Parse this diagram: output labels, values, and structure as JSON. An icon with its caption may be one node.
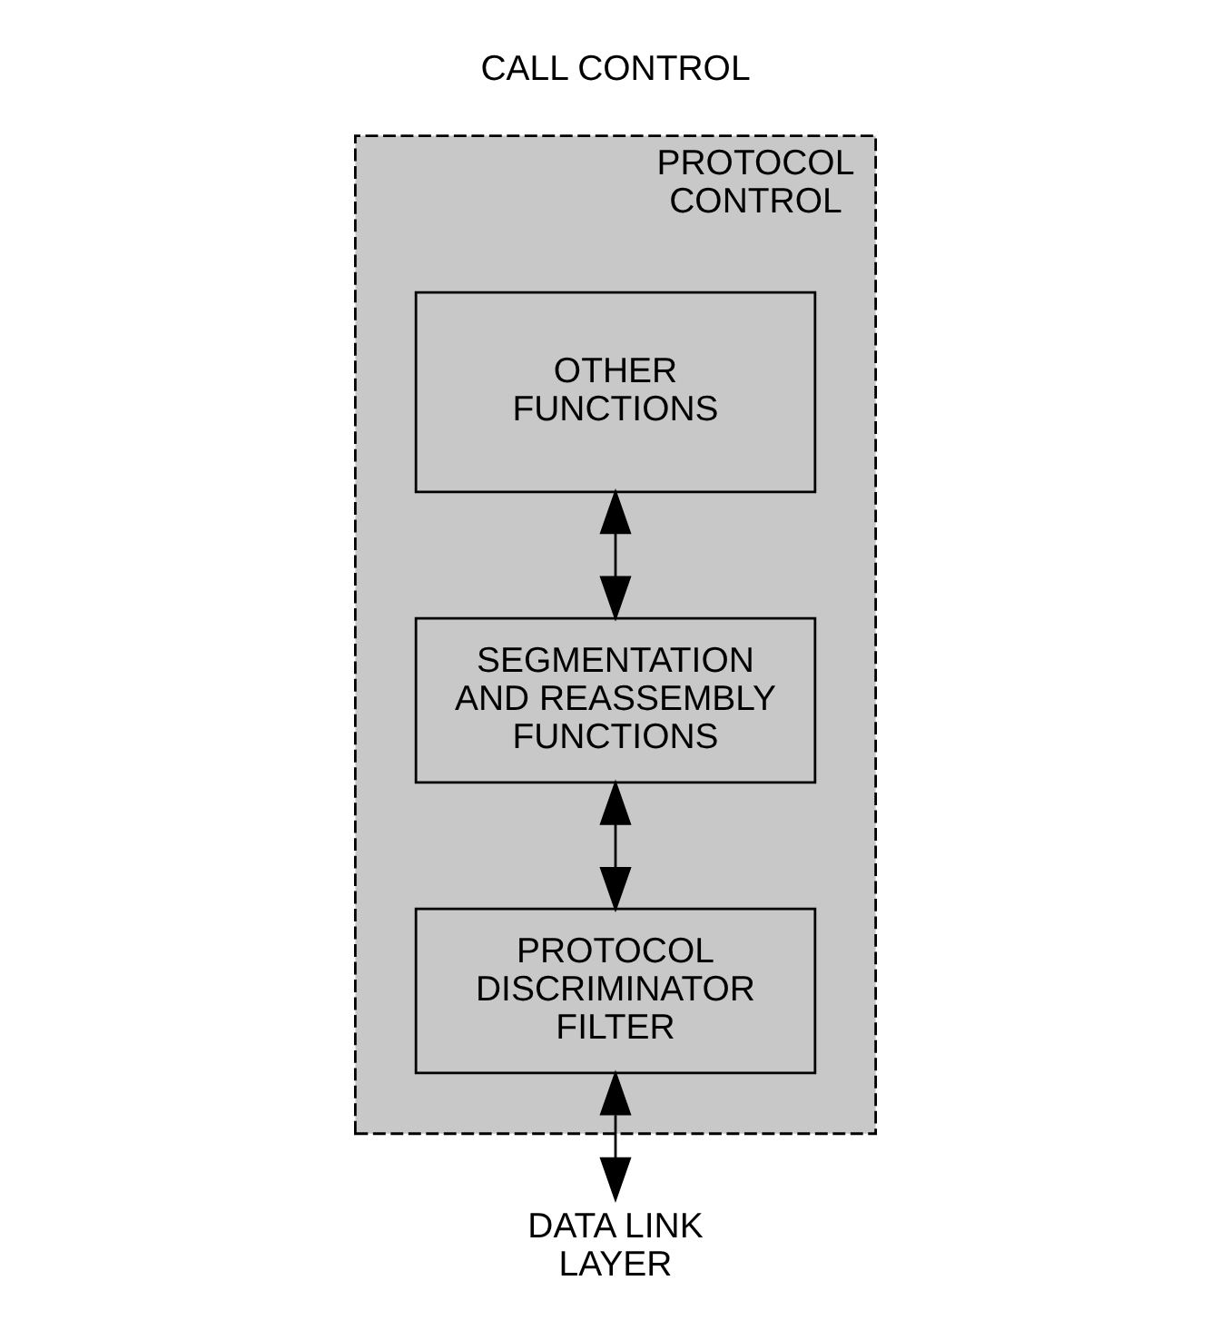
{
  "diagram": {
    "nodes": [
      {
        "text": [
          "PROTOCOL CONTROL"
        ]
      },
      {
        "text": [
          "OTHER FUNCTIONS"
        ],
        "in": 0
      },
      {
        "text": [
          "SEGMENTATION AND REASSEMBLY FUNCTIONS"
        ],
        "in": 0
      },
      {
        "text": [
          "PROTOCOL DISCRIMINATOR FILTER"
        ],
        "in": 0
      },
      {
        "text": [
          "DATA LINK LAYER"
        ]
      }
    ],
    "edges": [
      {
        "from": 1,
        "to": 2,
        "arrow": "both"
      },
      {
        "from": 2,
        "to": 3,
        "arrow": "both"
      },
      {
        "from": 3,
        "to": 4,
        "arrow": "both"
      }
    ],
    "labels": [
      "CALL CONTROL"
    ]
  }
}
